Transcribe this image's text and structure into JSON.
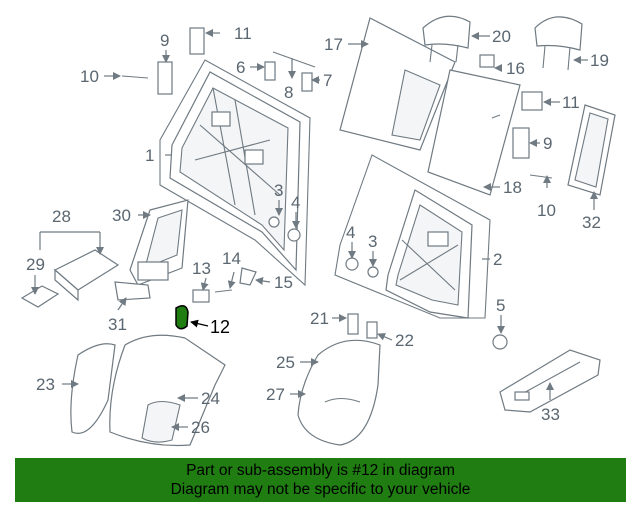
{
  "diagram": {
    "highlighted_part": "12",
    "highlight_color": "#1f7d12",
    "callouts": [
      "1",
      "2",
      "3",
      "3",
      "4",
      "4",
      "5",
      "6",
      "7",
      "8",
      "9",
      "9",
      "10",
      "10",
      "11",
      "11",
      "12",
      "13",
      "14",
      "15",
      "16",
      "17",
      "18",
      "19",
      "20",
      "21",
      "22",
      "23",
      "24",
      "25",
      "26",
      "27",
      "28",
      "29",
      "30",
      "31",
      "32",
      "33"
    ]
  },
  "banner": {
    "line1": "Part or sub-assembly is #12 in diagram",
    "line2": "Diagram may not be specific to your vehicle",
    "background": "#1f7d12"
  }
}
